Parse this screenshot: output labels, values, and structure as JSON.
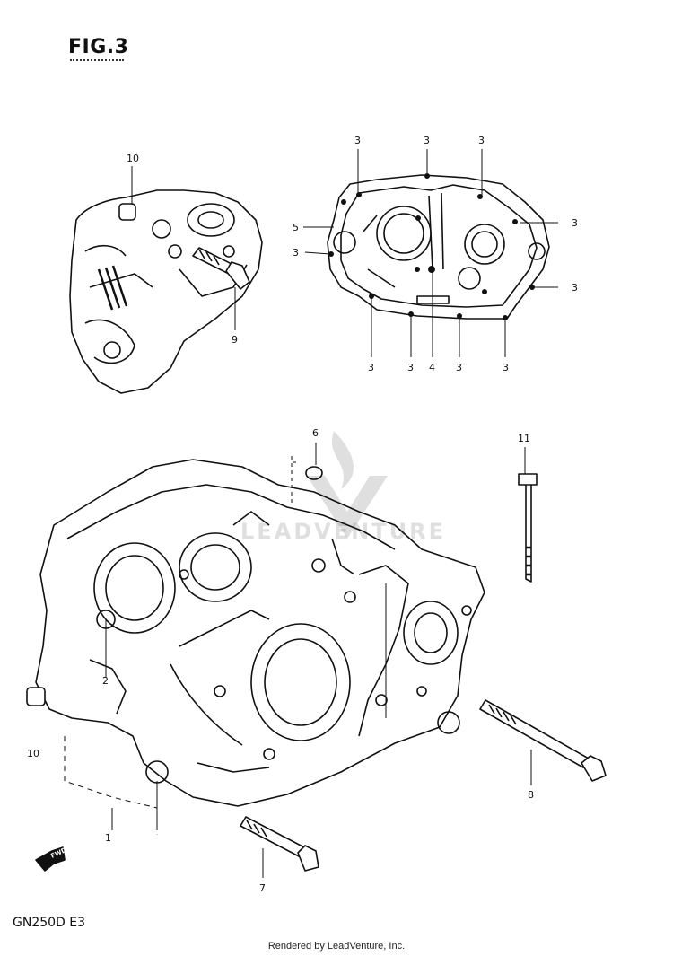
{
  "figure": {
    "title": "FIG.3"
  },
  "footer": {
    "model": "GN250D  E3",
    "credit": "Rendered by LeadVenture, Inc."
  },
  "watermark": {
    "text": "LEADVENTURE"
  },
  "direction_arrow": {
    "text": "FWD"
  },
  "callouts": [
    {
      "id": "c10a",
      "label": "10"
    },
    {
      "id": "c9",
      "label": "9"
    },
    {
      "id": "c3a",
      "label": "3"
    },
    {
      "id": "c3b",
      "label": "3"
    },
    {
      "id": "c3c",
      "label": "3"
    },
    {
      "id": "c5",
      "label": "5"
    },
    {
      "id": "c3d",
      "label": "3"
    },
    {
      "id": "c3e",
      "label": "3"
    },
    {
      "id": "c3f",
      "label": "3"
    },
    {
      "id": "c3g",
      "label": "3"
    },
    {
      "id": "c3h",
      "label": "3"
    },
    {
      "id": "c4",
      "label": "4"
    },
    {
      "id": "c3i",
      "label": "3"
    },
    {
      "id": "c3j",
      "label": "3"
    },
    {
      "id": "c6",
      "label": "6"
    },
    {
      "id": "c11",
      "label": "11"
    },
    {
      "id": "c2",
      "label": "2"
    },
    {
      "id": "c10b",
      "label": "10"
    },
    {
      "id": "c1",
      "label": "1"
    },
    {
      "id": "c8",
      "label": "8"
    },
    {
      "id": "c7",
      "label": "7"
    }
  ]
}
